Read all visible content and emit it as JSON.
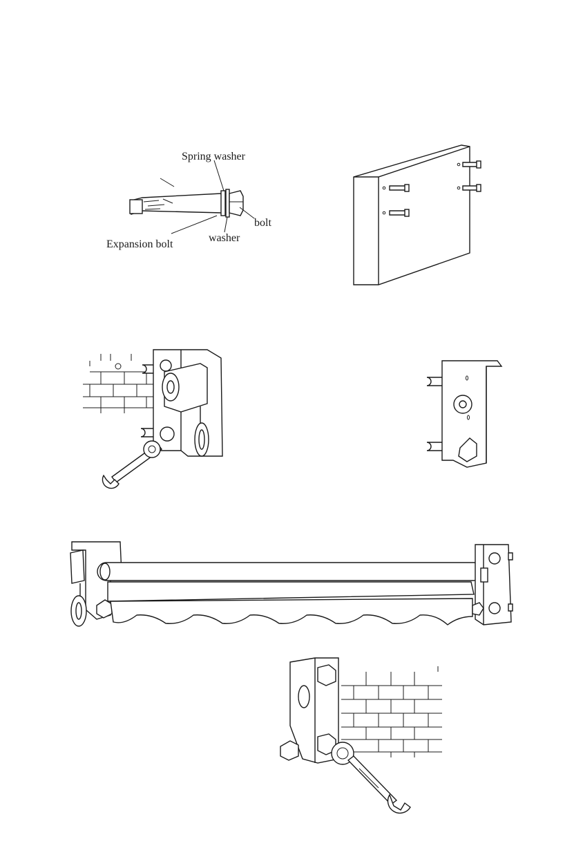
{
  "figure1": {
    "labels": {
      "spring_washer": "Spring washer",
      "bolt": "bolt",
      "washer": "washer",
      "expansion_bolt": "Expansion bolt"
    }
  },
  "colors": {
    "ink": "#1a1a1a",
    "paper": "#ffffff"
  },
  "icons": [
    "expansion-bolt-icon",
    "wall-panel-icon",
    "wrench-icon",
    "bracket-icon",
    "brick-wall-icon",
    "awning-roller-icon"
  ]
}
